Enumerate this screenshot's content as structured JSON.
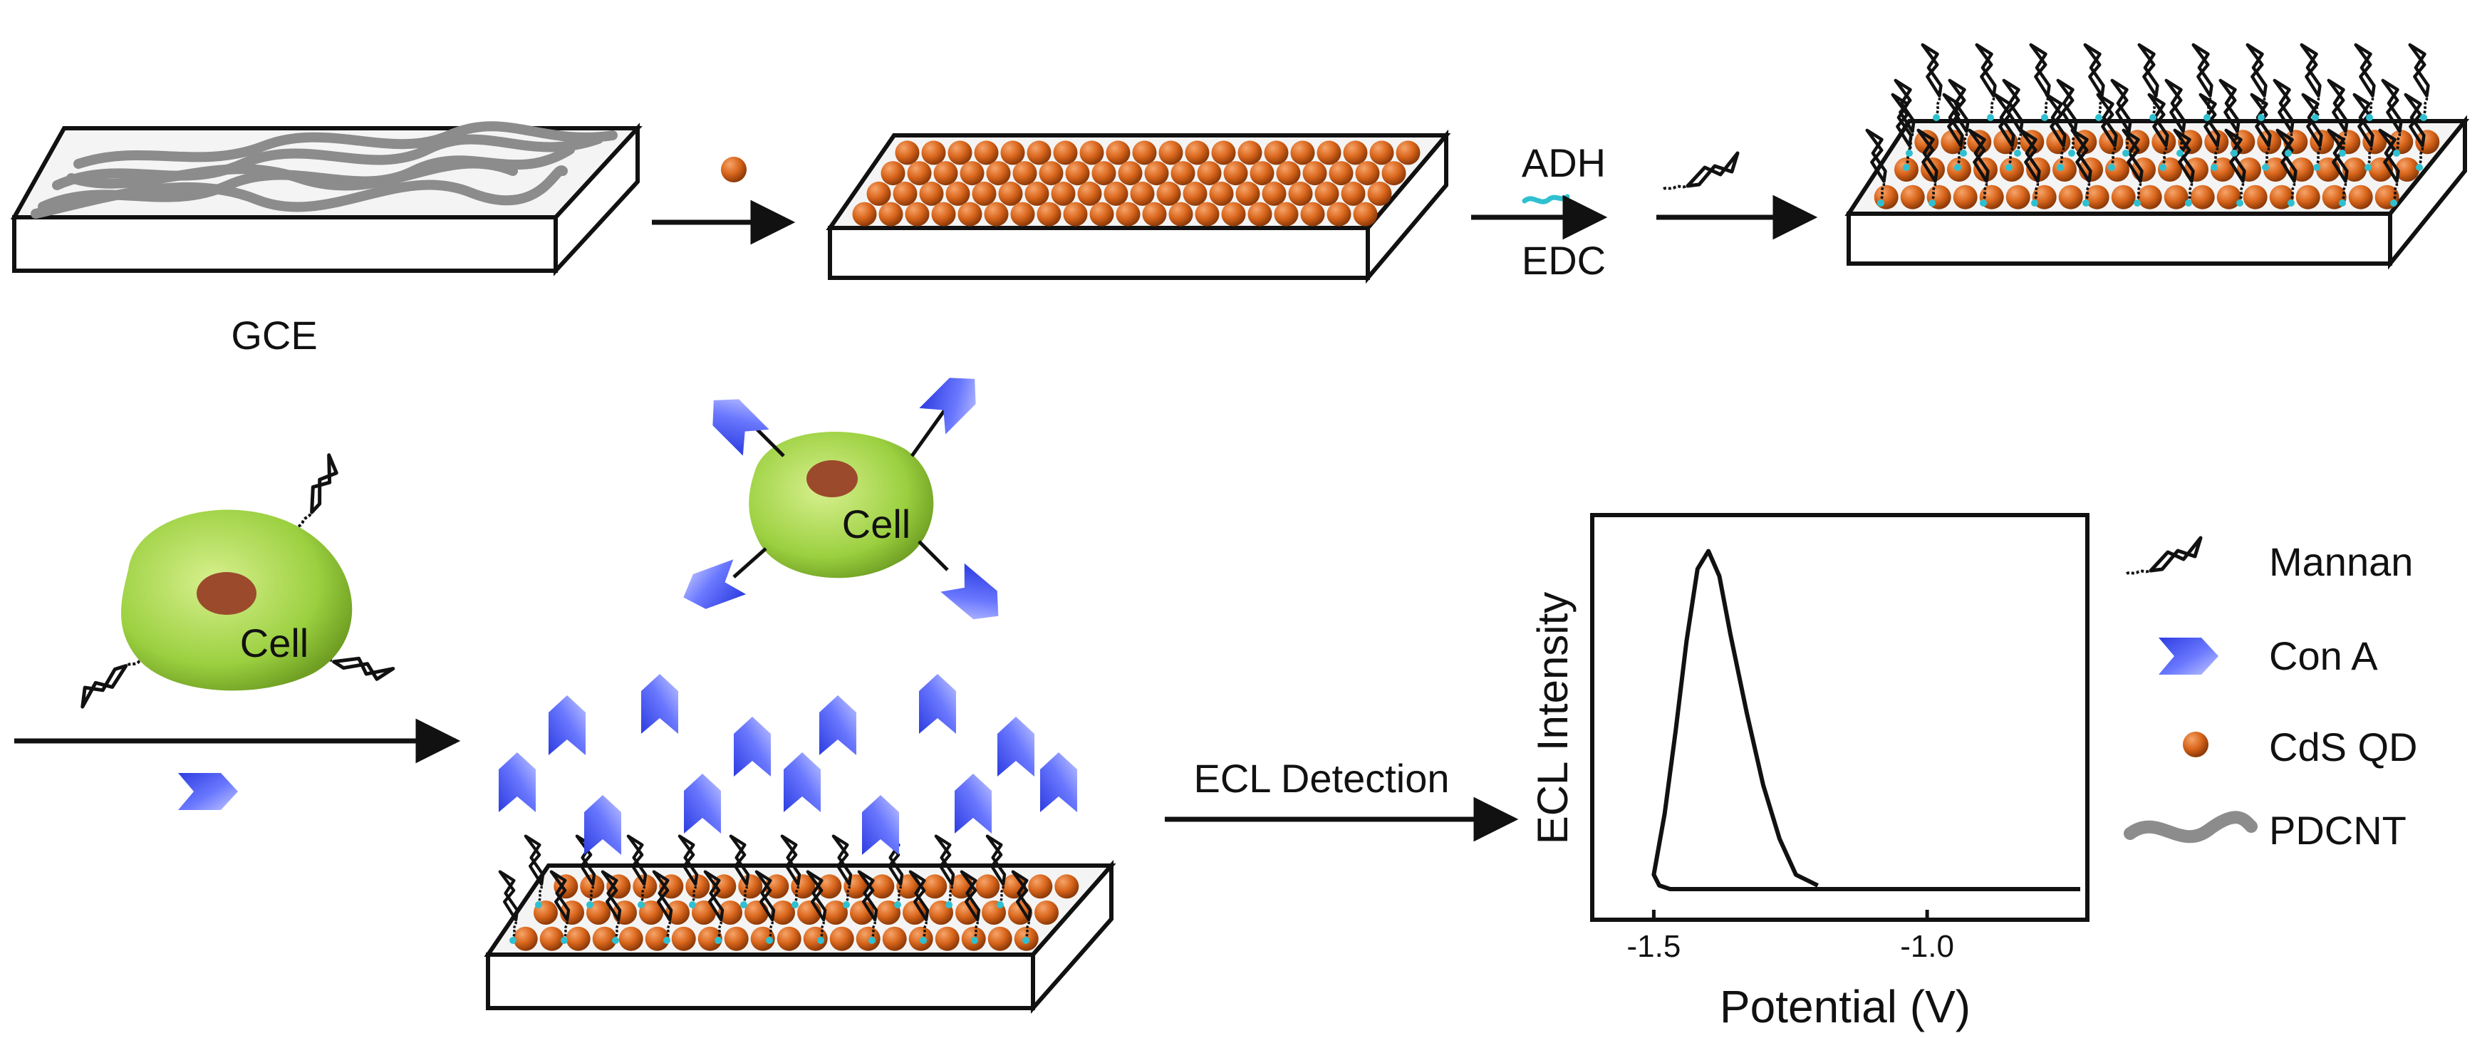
{
  "labels": {
    "gce": "GCE",
    "adh": "ADH",
    "edc": "EDC",
    "cell_1": "Cell",
    "cell_2": "Cell",
    "ecl_detection": "ECL Detection"
  },
  "legend": {
    "items": [
      {
        "label": "Mannan",
        "icon": "mannan-icon"
      },
      {
        "label": "Con A",
        "icon": "con-a-icon"
      },
      {
        "label": "CdS QD",
        "icon": "cds-qd-icon"
      },
      {
        "label": "PDCNT",
        "icon": "pdcnt-icon"
      }
    ]
  },
  "colors": {
    "cds_qd": "#d9661c",
    "con_a": "#4b5cf0",
    "cell": "#9bd040",
    "nucleus": "#9b4a2c",
    "pdcnt": "#8c8c8c",
    "adh": "#2fc0d0",
    "line": "#111111"
  },
  "chart_data": {
    "type": "line",
    "xlabel": "Potential (V)",
    "ylabel": "ECL Intensity",
    "x_ticks": [
      "-1.5",
      "-1.0"
    ],
    "x_tick_values": [
      -1.5,
      -1.0
    ],
    "xlim": [
      -1.58,
      -0.72
    ],
    "ylim": [
      0,
      1.05
    ],
    "series": [
      {
        "x": [
          -1.2,
          -1.24,
          -1.27,
          -1.3,
          -1.33,
          -1.36,
          -1.38,
          -1.4,
          -1.42,
          -1.44,
          -1.46,
          -1.48,
          -1.5,
          -1.49,
          -1.47,
          -1.45,
          -1.4,
          -1.3,
          -1.2,
          -1.0,
          -0.8,
          -0.72
        ],
        "y": [
          0.02,
          0.05,
          0.15,
          0.3,
          0.5,
          0.72,
          0.88,
          0.95,
          0.9,
          0.7,
          0.45,
          0.22,
          0.05,
          0.02,
          0.01,
          0.01,
          0.01,
          0.01,
          0.01,
          0.01,
          0.01,
          0.01
        ]
      }
    ]
  }
}
